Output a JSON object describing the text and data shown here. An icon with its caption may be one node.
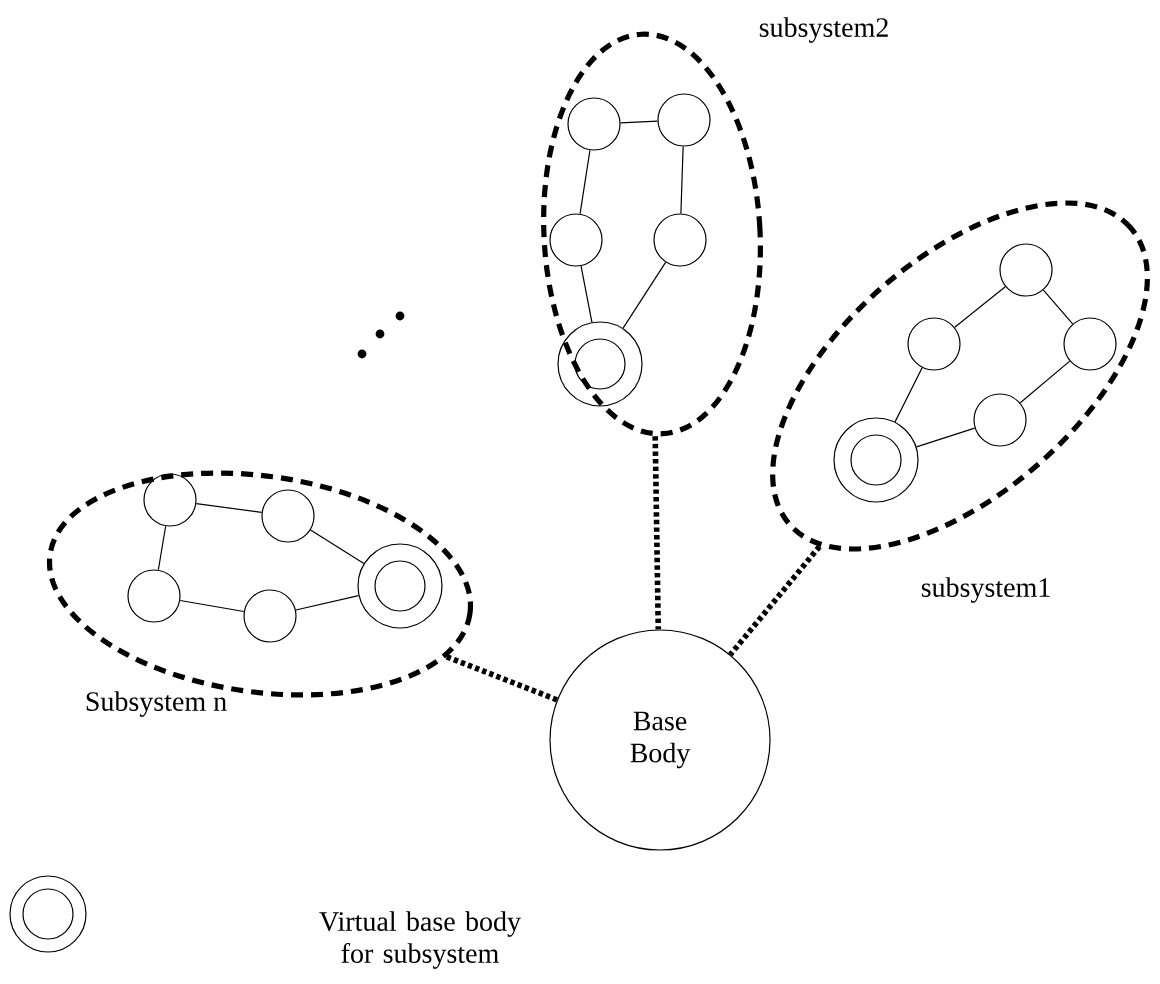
{
  "diagram": {
    "nodes": [
      {
        "text": [
          "subsystem2"
        ]
      },
      {
        "text": [],
        "shape": "circle",
        "in": 0
      },
      {
        "text": [],
        "shape": "circle",
        "in": 0
      },
      {
        "text": [],
        "shape": "circle",
        "in": 0
      },
      {
        "text": [],
        "shape": "circle",
        "in": 0
      },
      {
        "text": [],
        "shape": "circle",
        "in": 0
      },
      {
        "text": [
          "subsystem1"
        ]
      },
      {
        "text": [],
        "shape": "circle",
        "in": 6
      },
      {
        "text": [],
        "shape": "circle",
        "in": 6
      },
      {
        "text": [],
        "shape": "circle",
        "in": 6
      },
      {
        "text": [],
        "shape": "circle",
        "in": 6
      },
      {
        "text": [],
        "shape": "circle",
        "in": 6
      },
      {
        "text": [
          "Subsystem n"
        ]
      },
      {
        "text": [],
        "shape": "circle",
        "in": 12
      },
      {
        "text": [],
        "shape": "circle",
        "in": 12
      },
      {
        "text": [],
        "shape": "circle",
        "in": 12
      },
      {
        "text": [],
        "shape": "circle",
        "in": 12
      },
      {
        "text": [],
        "shape": "circle",
        "in": 12
      },
      {
        "text": [
          "Base Body"
        ]
      }
    ],
    "edges": [
      {
        "from": 1,
        "to": 2,
        "arrow": "none"
      },
      {
        "from": 1,
        "to": 3,
        "arrow": "none"
      },
      {
        "from": 2,
        "to": 4,
        "arrow": "none"
      },
      {
        "from": 3,
        "to": 5,
        "arrow": "none"
      },
      {
        "from": 4,
        "to": 5,
        "arrow": "none"
      },
      {
        "from": 7,
        "to": 8,
        "arrow": "none"
      },
      {
        "from": 7,
        "to": 9,
        "arrow": "none"
      },
      {
        "from": 9,
        "to": 10,
        "arrow": "none"
      },
      {
        "from": 10,
        "to": 11,
        "arrow": "none"
      },
      {
        "from": 8,
        "to": 11,
        "arrow": "none"
      },
      {
        "from": 13,
        "to": 14,
        "arrow": "none"
      },
      {
        "from": 13,
        "to": 15,
        "arrow": "none"
      },
      {
        "from": 15,
        "to": 16,
        "arrow": "none"
      },
      {
        "from": 16,
        "to": 17,
        "arrow": "none"
      },
      {
        "from": 14,
        "to": 17,
        "arrow": "none"
      },
      {
        "from": 12,
        "to": 18,
        "arrow": "none",
        "style": "dashed"
      },
      {
        "from": 0,
        "to": 18,
        "arrow": "none",
        "style": "dashed"
      },
      {
        "from": 6,
        "to": 18,
        "arrow": "none",
        "style": "dashed"
      }
    ],
    "legend": [
      {
        "text": "Virtual base body for subsystem"
      }
    ]
  }
}
